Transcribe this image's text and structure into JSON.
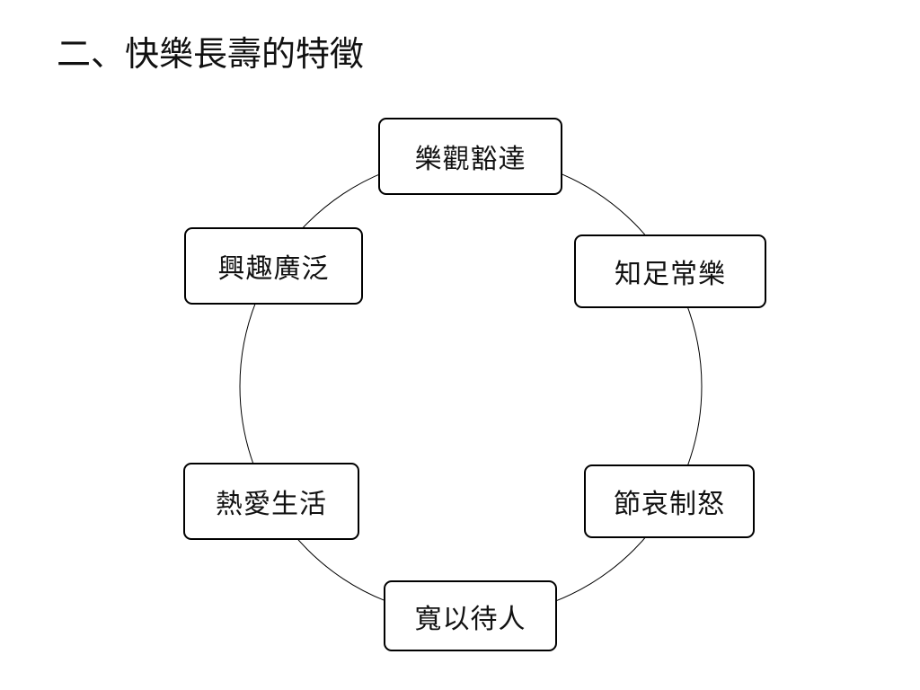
{
  "title": "二、快樂長壽的特徵",
  "nodes": [
    {
      "label": "樂觀豁達"
    },
    {
      "label": "知足常樂"
    },
    {
      "label": "節哀制怒"
    },
    {
      "label": "寬以待人"
    },
    {
      "label": "熱愛生活"
    },
    {
      "label": "興趣廣泛"
    }
  ]
}
